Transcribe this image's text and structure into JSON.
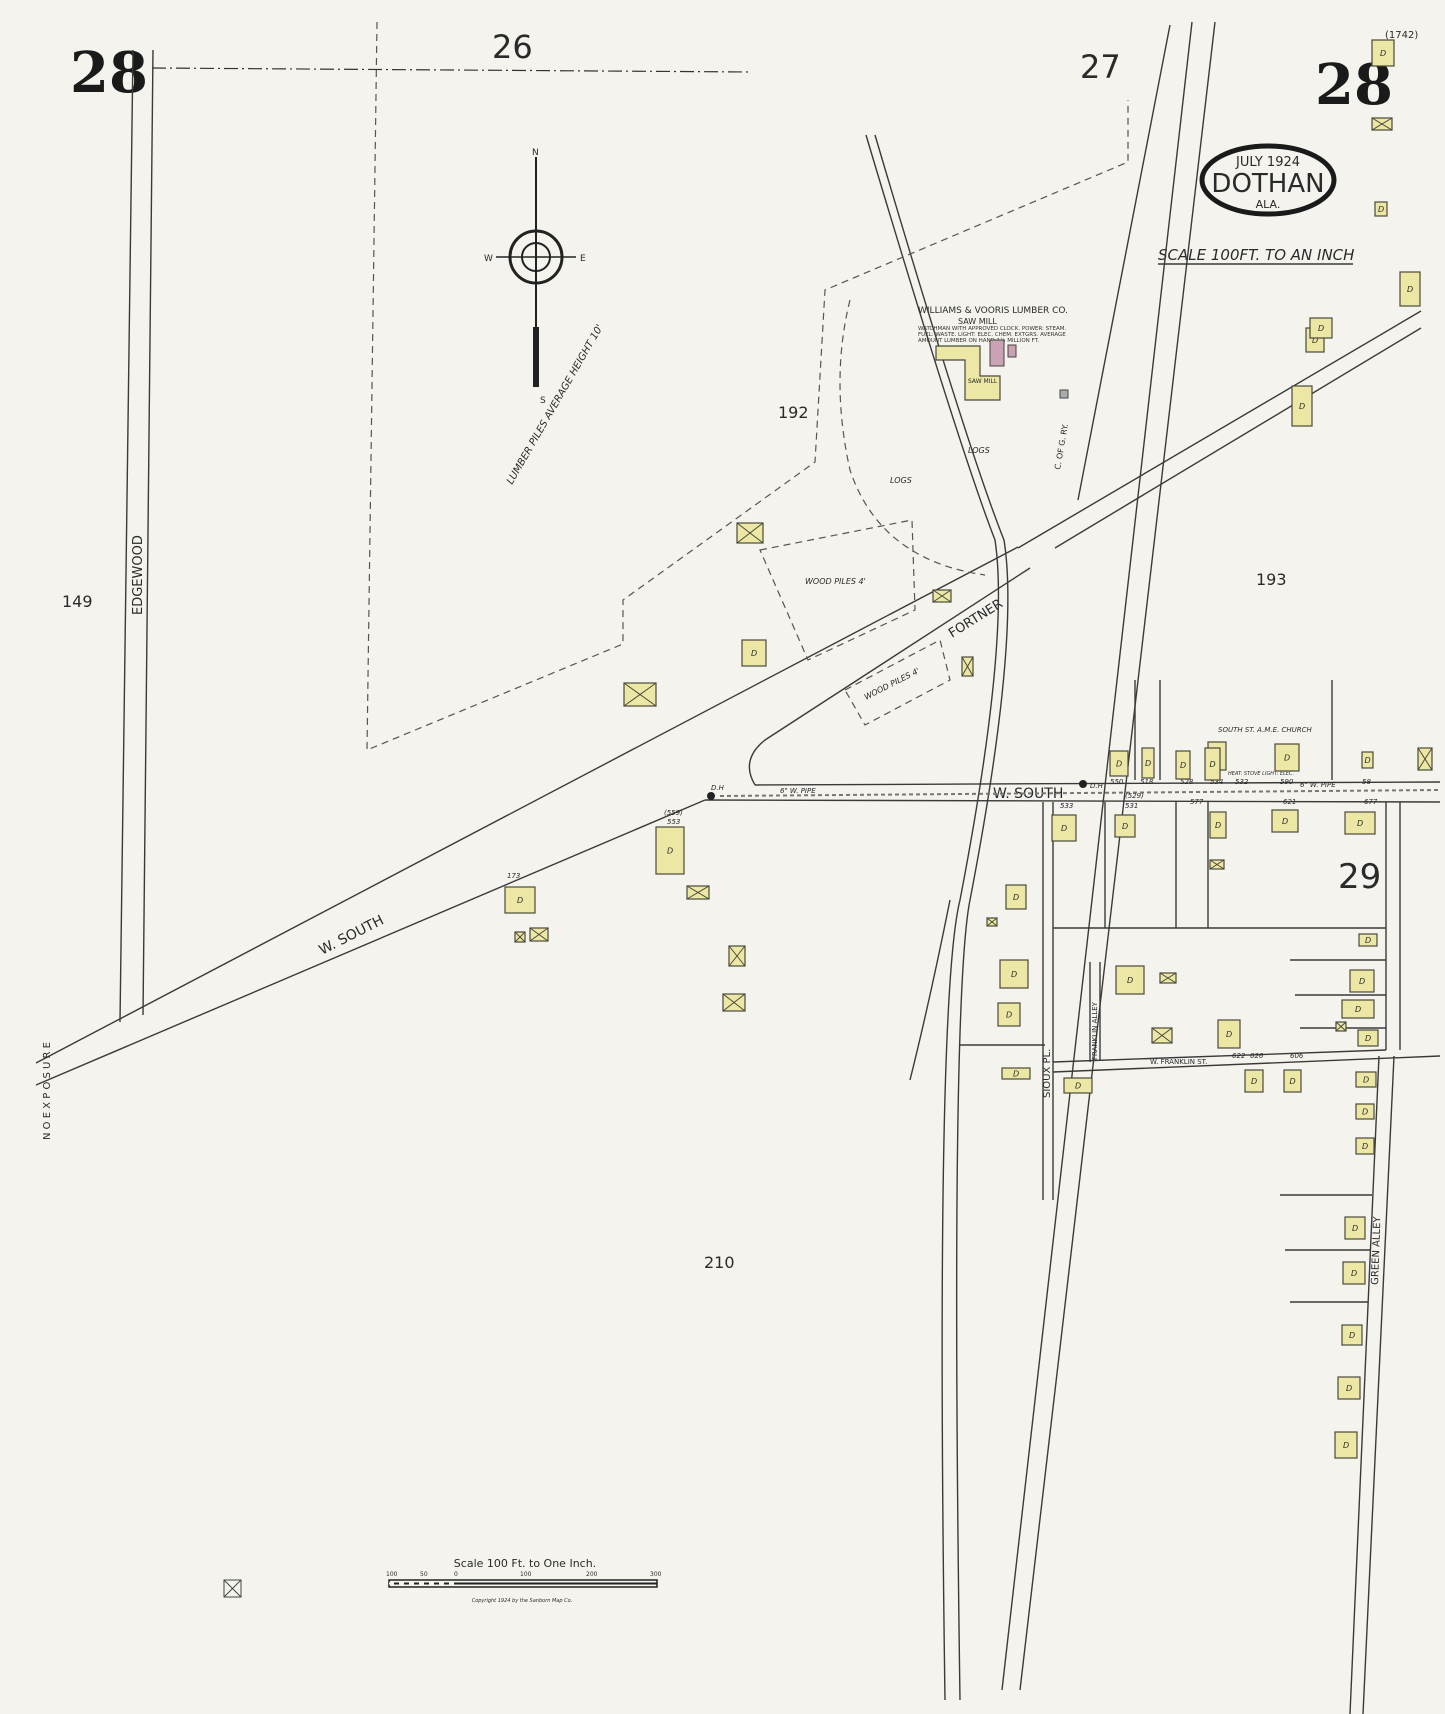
{
  "sheet": {
    "page_number": "28",
    "adjoining_sheets": [
      "26",
      "27",
      "29"
    ],
    "block_numbers": [
      "149",
      "192",
      "193",
      "210"
    ],
    "corner_note": "(1742)"
  },
  "title_cartouche": {
    "date": "JULY 1924",
    "city": "DOTHAN",
    "state": "ALA."
  },
  "scale_note": "SCALE 100FT. TO AN INCH",
  "streets": {
    "edgewood": "EDGEWOOD",
    "w_south": "W. SOUTH",
    "fortner": "FORTNER",
    "sioux_pl": "SIOUX PL.",
    "franklin_alley": "FRANKLIN ALLEY",
    "w_franklin": "W. FRANKLIN ST.",
    "green_alley": "GREEN ALLEY"
  },
  "features": {
    "mill_name": "WILLIAMS & VOORIS LUMBER CO.",
    "mill_type": "SAW MILL",
    "mill_notes": "WATCHMAN WITH APPROVED CLOCK. POWER: STEAM. FUEL: WASTE. LIGHT: ELEC. CHEM. EXTGRS. AVERAGE AMOUNT LUMBER ON HAND 1½ MILLION FT.",
    "saw_mill_label": "SAW MILL",
    "lumber_piles": "LUMBER PILES AVERAGE HEIGHT 10'",
    "logs": "LOGS",
    "wood_piles": "WOOD PILES 4'",
    "church": "SOUTH ST. A.M.E. CHURCH",
    "church_note": "HEAT: STOVE LIGHT: ELEC.",
    "water_pipe": "6\" W. PIPE",
    "hydrant": "D.H",
    "no_exposure": "N O   E X P O S U R E",
    "dwelling": "D",
    "railroad": "C. OF G. RY."
  },
  "house_numbers": {
    "w_south_north": [
      "550",
      "518",
      "528",
      "534",
      "532",
      "590",
      "58"
    ],
    "w_south_south": [
      "533",
      "531",
      "(529)",
      "577",
      "621",
      "677"
    ],
    "w_south_west": [
      "(559)",
      "553",
      "173"
    ],
    "w_franklin": [
      "622",
      "626",
      "606"
    ]
  },
  "scale_bar": {
    "label": "Scale 100 Ft. to One Inch.",
    "ticks": [
      "100",
      "50",
      "0",
      "100",
      "200",
      "300"
    ],
    "copyright": "Copyright 1924 by the Sanborn Map Co."
  },
  "compass": {
    "north": "N",
    "south": "S",
    "east": "E",
    "west": "W"
  },
  "colors": {
    "paper": "#f4f3ee",
    "frame_building": "#ece7a4",
    "brick_building": "#c9a2b4",
    "ink": "#2a2a2a"
  }
}
